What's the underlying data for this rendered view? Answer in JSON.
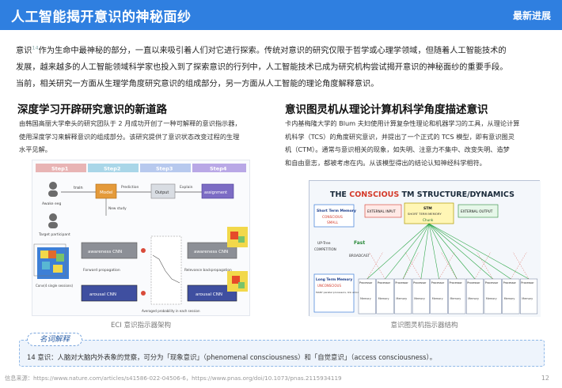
{
  "header": {
    "title": "人工智能揭开意识的神秘面纱",
    "badge": "最新进展"
  },
  "intro": {
    "lead": "意识",
    "footnote_ref": "14",
    "line1_rest": "作为生命中最神秘的部分，一直以来吸引着人们对它进行探索。传统对意识的研究仅限于哲学或心理学领域，但随着人工智能技术的",
    "line2": "发展，越来越多的人工智能领域科学家也投入到了探索意识的行列中，人工智能技术已成为研究机构尝试揭开意识的神秘面纱的重要手段。",
    "line3": "当前，相关研究一方面从生理学角度研究意识的组成部分，另一方面从人工智能的理论角度解释意识。"
  },
  "left_section": {
    "title": "深度学习开辟研究意识的新道路",
    "line1": "由韩国高丽大学牵头的研究团队于 2 月成功开创了一种可解释的意识指示器，",
    "line2": "使用深度学习来解释意识的组成部分。该研究提供了意识状态改变过程的生理",
    "line3": "水平见解。",
    "figure": {
      "steps": [
        "Step1",
        "Step2",
        "Step3",
        "Step4"
      ],
      "step_colors": [
        "#e8b4b4",
        "#a9d6e8",
        "#b7c9ee",
        "#b9a8e6"
      ],
      "labels": {
        "train": "train",
        "prediction": "Prediction",
        "explain": "Explain",
        "model": "Model",
        "output": "Output",
        "assignment": "assignment",
        "awake_eeg": "Awake eeg",
        "target_participant": "Target participant",
        "new_study": "New study",
        "awareness_cnn": "awareness CNN",
        "arousal_cnn": "arousal CNN",
        "forward_propagation": "Forward propagation",
        "relevance_backpropagation": "Relevance backpropagation",
        "awareness_cnn_right": "awareness CNN",
        "arousal_cnn_right": "arousal CNN",
        "matrix_label": "Conv(4 single sessions)",
        "bottom_label": "Averaged probability in each session"
      },
      "caption": "ECI 意识指示器架构"
    }
  },
  "right_section": {
    "title": "意识图灵机从理论计算机科学角度描述意识",
    "line1": "卡内基梅隆大学的 Blum 夫妇使用计算复杂性理论和机器学习的工具，从理论计算",
    "line2": "机科学（TCS）的角度研究意识，并提出了一个正式的 TCS 模型，即有意识图灵",
    "line3": "机（CTM）。通常与意识相关的现象，如失明、注意力不集中、改变失明、造梦",
    "line4": "和自由意志，都被考虑在内。从该模型得出的结论认知神经科学相符。",
    "figure": {
      "title_part1": "THE ",
      "title_part2": "CONSCIOUS",
      "title_part3": " TM STRUCTURE/DYNAMICS",
      "title_color": "#d43a2a",
      "stm_label": "Short Term Memory",
      "stm_sub": "CONSCIOUS",
      "stm_sub2": "SMALL",
      "ext_input": "EXTERNAL INPUT",
      "stm_box": "STM",
      "stm_box_sub": "SHORT TERM MEMORY",
      "chunk": "Chunk",
      "ext_output": "EXTERNAL OUTPUT",
      "uptree": "UP-Tree",
      "competition": "COMPETITION",
      "fast": "Fast",
      "broadcast": "BROADCAST",
      "ltm_label": "Long Term Memory",
      "ltm_sub": "UNCONSCIOUS",
      "ltm_sub2": "MANY parallel processors, link among (over time)",
      "processor": "Processor",
      "memory": "Memory",
      "caption": "意识图灵机指示器结构"
    }
  },
  "note": {
    "tab": "名词解释",
    "text": "14 意识：人脑对大脑内外表象的觉察，可分为「现象意识」（phenomenal consciousness）和「自觉意识」（access consciousness）。"
  },
  "footer": {
    "source": "信息来源：https://www.nature.com/articles/s41586-022-04506-6，https://www.pnas.org/doi/10.1073/pnas.2115934119",
    "page": "12"
  }
}
